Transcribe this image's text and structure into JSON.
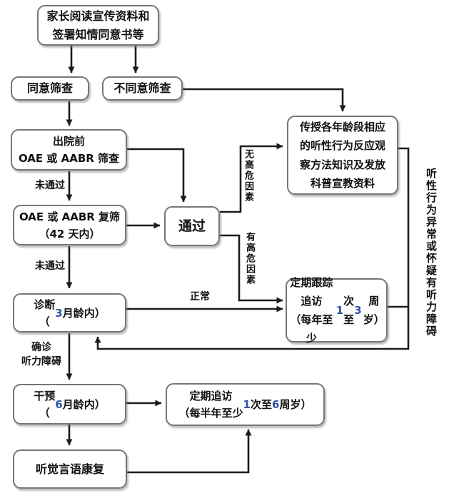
{
  "style": {
    "number_color": "#2f55a4",
    "line_color": "#1c1c1c",
    "box_border_color": "#777777",
    "box_bg": "#ffffff",
    "text_color": "#111111"
  },
  "nodes": {
    "consent": "家长阅读宣传资料和\n签署知情同意书等",
    "agree": "同意筛查",
    "disagree": "不同意筛查",
    "initial_screen": "出院前\nOAE 或 AABR 筛查",
    "rescreen": "OAE 或 AABR 复筛\n（42 天内）",
    "pass": "通过",
    "teach": "传授各年龄段相应\n的听性行为反应观\n察方法知识及发放\n科普宣教资料",
    "diagnosis": "诊断\n（3 月龄内）",
    "tracking": "定期跟踪追访\n（每年至少 1 次\n至 3 周岁）",
    "intervention": "干预\n（6 月龄内）",
    "followup": "定期追访\n（每半年至少 1 次至 6 周岁）",
    "rehab": "听觉言语康复"
  },
  "labels": {
    "not_pass_1": "未通过",
    "not_pass_2": "未通过",
    "normal": "正常",
    "confirmed": "确诊\n听力障碍",
    "no_high_risk": "无高危因素",
    "high_risk": "有高危因素",
    "abnormal_behavior": "听性行为异常或怀疑有听力障碍"
  }
}
